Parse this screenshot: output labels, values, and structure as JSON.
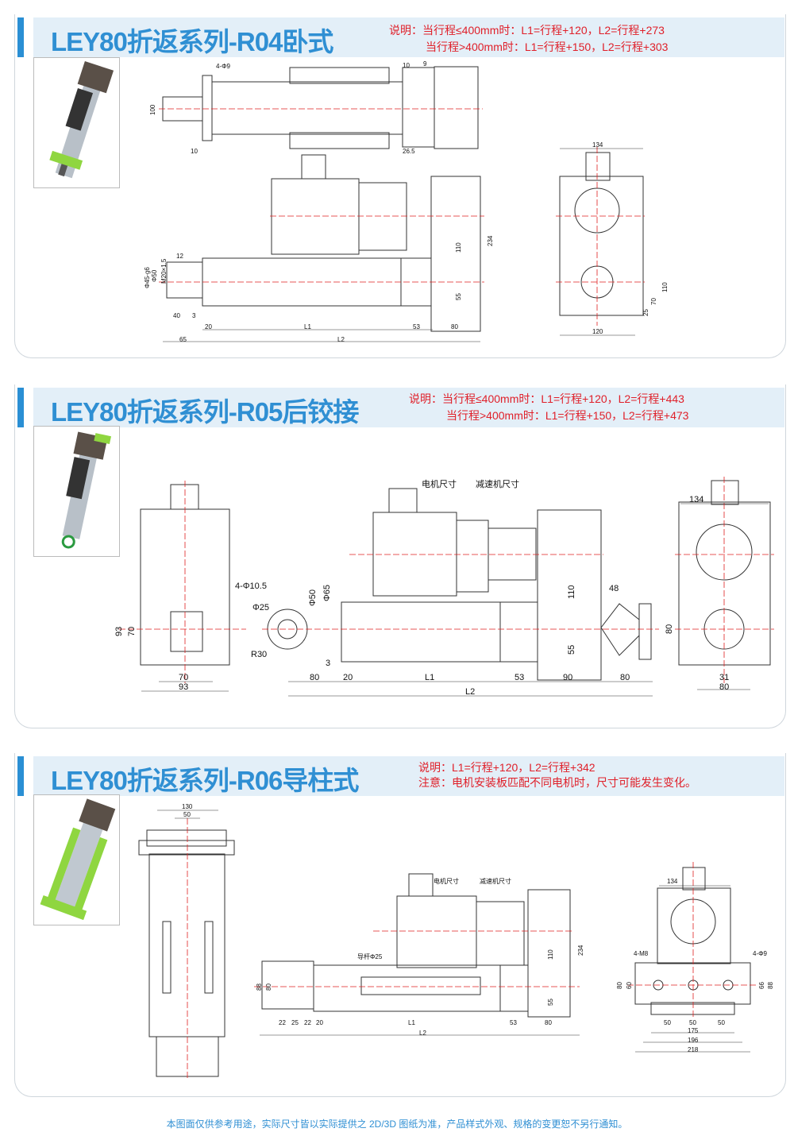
{
  "sections": [
    {
      "title": "LEY80折返系列-R04卧式",
      "note1": "说明：当行程≤400mm时：L1=行程+120，L2=行程+273",
      "note2": "当行程>400mm时：L1=行程+150，L2=行程+303",
      "dims": [
        "4-Φ9",
        "100",
        "10",
        "10",
        "9",
        "26.5",
        "134",
        "12",
        "Φ45-g6",
        "Φ50",
        "M20×1.5",
        "40",
        "3",
        "20",
        "L1",
        "53",
        "80",
        "65",
        "L2",
        "110",
        "234",
        "55",
        "25",
        "70",
        "110",
        "120"
      ]
    },
    {
      "title": "LEY80折返系列-R05后铰接",
      "note1": "说明：当行程≤400mm时：L1=行程+120，L2=行程+443",
      "note2": "当行程>400mm时：L1=行程+150，L2=行程+473",
      "dims": [
        "4-Φ10.5",
        "93",
        "70",
        "70",
        "93",
        "Φ25",
        "R30",
        "Φ50",
        "Φ65",
        "3",
        "80",
        "20",
        "L1",
        "53",
        "90",
        "80",
        "L2",
        "电机尺寸",
        "减速机尺寸",
        "110",
        "55",
        "48",
        "134",
        "80",
        "31",
        "80"
      ]
    },
    {
      "title": "LEY80折返系列-R06导柱式",
      "note1": "说明：L1=行程+120，L2=行程+342",
      "note2": "注意：电机安装板匹配不同电机时，尺寸可能发生变化。",
      "dims": [
        "130",
        "50",
        "电机尺寸",
        "减速机尺寸",
        "导杆Φ25",
        "88",
        "80",
        "22",
        "25",
        "22",
        "20",
        "L1",
        "53",
        "80",
        "L2",
        "110",
        "234",
        "55",
        "134",
        "4-M8",
        "4-Φ9",
        "80",
        "60",
        "66",
        "88",
        "50",
        "50",
        "50",
        "175",
        "196",
        "218"
      ]
    }
  ],
  "footer": "本图面仅供参考用途，实际尺寸皆以实际提供之 2D/3D 图纸为准，产品样式外观、规格的变更恕不另行通知。",
  "colors": {
    "accent": "#2f8fd3",
    "note": "#e0202a",
    "header_bg": "#e3eff8"
  }
}
